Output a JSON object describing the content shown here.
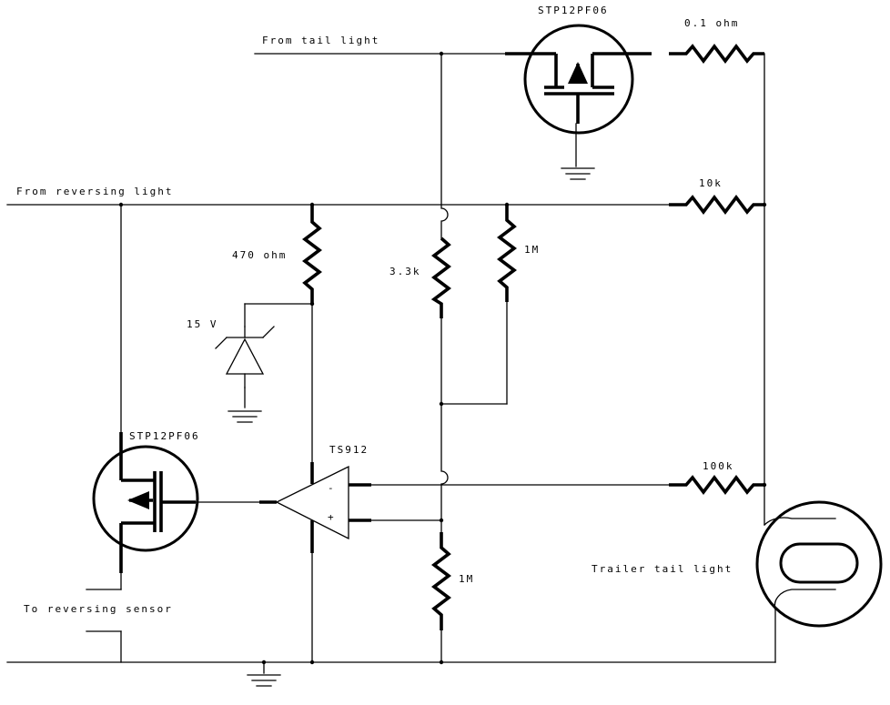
{
  "labels": {
    "tail_light_input": "From tail light",
    "reversing_light_input": "From reversing light",
    "reversing_sensor_output": "To reversing sensor",
    "mosfet_top": "STP12PF06",
    "mosfet_bottom": "STP12PF06",
    "opamp": "TS912",
    "r_0_1": "0.1 ohm",
    "r_10k": "10k",
    "r_470": "470 ohm",
    "r_3_3k": "3.3k",
    "r_1m_top": "1M",
    "r_1m_bottom": "1M",
    "r_100k": "100k",
    "zener": "15 V",
    "lamp": "Trailer tail light",
    "opamp_minus": "-",
    "opamp_plus": "+"
  },
  "colors": {
    "ink": "#000000",
    "background": "#ffffff"
  }
}
